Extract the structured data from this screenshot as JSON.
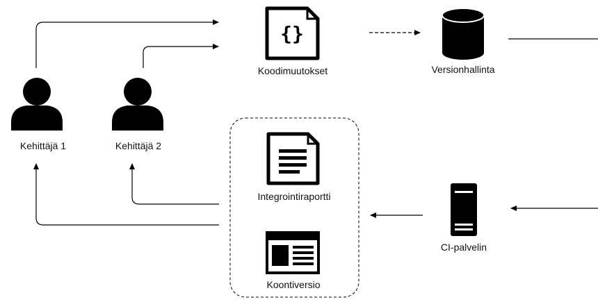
{
  "nodes": {
    "dev1": {
      "label": "Kehittäjä 1",
      "icon": "person-icon"
    },
    "dev2": {
      "label": "Kehittäjä 2",
      "icon": "person-icon"
    },
    "code_changes": {
      "label": "Koodimuutokset",
      "icon": "code-file-icon"
    },
    "version_control": {
      "label": "Versionhallinta",
      "icon": "database-icon"
    },
    "ci_server": {
      "label": "CI-palvelin",
      "icon": "server-icon"
    },
    "integration_report": {
      "label": "Integrointiraportti",
      "icon": "document-icon"
    },
    "build_version": {
      "label": "Koontiversio",
      "icon": "browser-window-icon"
    }
  },
  "edges": [
    {
      "from": "dev1",
      "to": "code_changes",
      "style": "solid"
    },
    {
      "from": "dev2",
      "to": "code_changes",
      "style": "solid"
    },
    {
      "from": "code_changes",
      "to": "version_control",
      "style": "dashed"
    },
    {
      "from": "version_control",
      "to": "ci_server",
      "style": "solid"
    },
    {
      "from": "ci_server",
      "to": "outputs_group",
      "style": "solid"
    },
    {
      "from": "outputs_group",
      "to": "dev2",
      "style": "solid"
    },
    {
      "from": "outputs_group",
      "to": "dev1",
      "style": "solid"
    }
  ],
  "groups": {
    "outputs_group": {
      "members": [
        "integration_report",
        "build_version"
      ],
      "style": "dashed"
    }
  },
  "colors": {
    "stroke": "#000000",
    "background": "#ffffff"
  }
}
